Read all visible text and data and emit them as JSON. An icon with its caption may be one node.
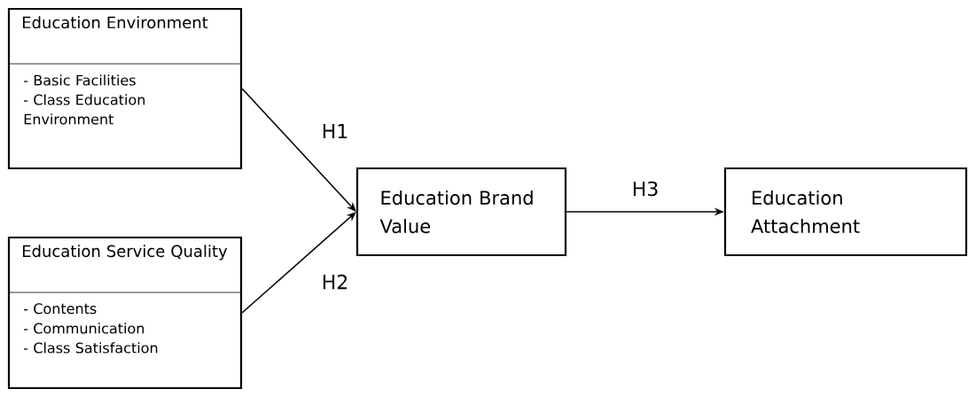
{
  "diagram": {
    "nodes": [
      {
        "text": [
          "Education Environment",
          "- Basic Facilities",
          "- Class Education Environment"
        ]
      },
      {
        "text": [
          "Education Service Quality",
          "- Contents",
          "- Communication",
          "- Class Satisfaction"
        ]
      },
      {
        "text": [
          "Education Brand Value"
        ]
      },
      {
        "text": [
          "Education Attachment"
        ]
      }
    ],
    "edges": [
      {
        "from": 0,
        "to": 2,
        "arrow": "to",
        "label": "H1"
      },
      {
        "from": 1,
        "to": 2,
        "arrow": "to",
        "label": "H2"
      },
      {
        "from": 2,
        "to": 3,
        "arrow": "to",
        "label": "H3"
      }
    ]
  }
}
